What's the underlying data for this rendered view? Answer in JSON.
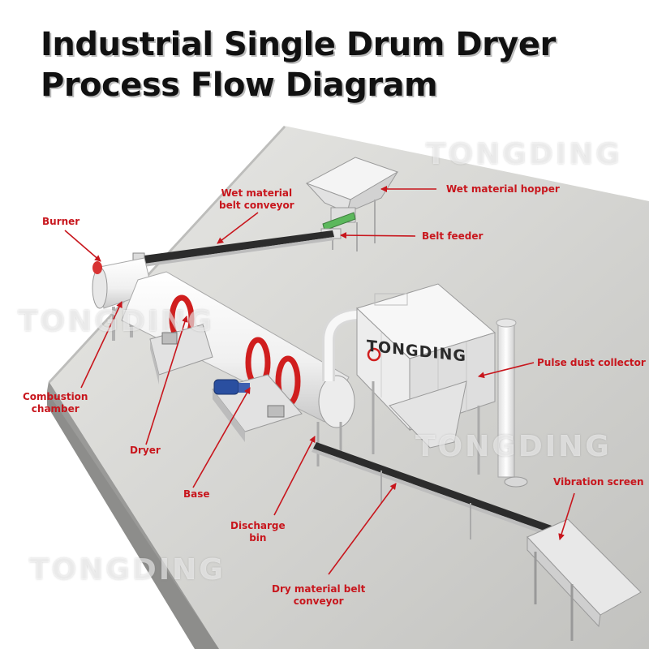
{
  "title": {
    "line1": "Industrial Single Drum Dryer",
    "line2": "Process Flow Diagram"
  },
  "watermark": "TONGDING",
  "brand_text": "TONGDING",
  "labels": {
    "wet_material_belt_conveyor": [
      "Wet material",
      "belt conveyor"
    ],
    "wet_material_hopper": "Wet material hopper",
    "burner": "Burner",
    "belt_feeder": "Belt feeder",
    "pulse_dust_collector": "Pulse dust collector",
    "combustion_chamber": [
      "Combustion",
      "chamber"
    ],
    "dryer": "Dryer",
    "base": "Base",
    "vibration_screen": "Vibration screen",
    "discharge_bin": [
      "Discharge",
      "bin"
    ],
    "dry_material_belt_conveyor": [
      "Dry material belt",
      "conveyor"
    ]
  },
  "colors": {
    "label": "#c8161d",
    "arrow": "#c8161d",
    "floor": "#cfcfcc",
    "slab_side": "#9a9a98",
    "equipment": "#f4f4f4",
    "drum_ring": "#d01e1e",
    "motor": "#2a4fa0",
    "belt": "#2c2c2c"
  }
}
